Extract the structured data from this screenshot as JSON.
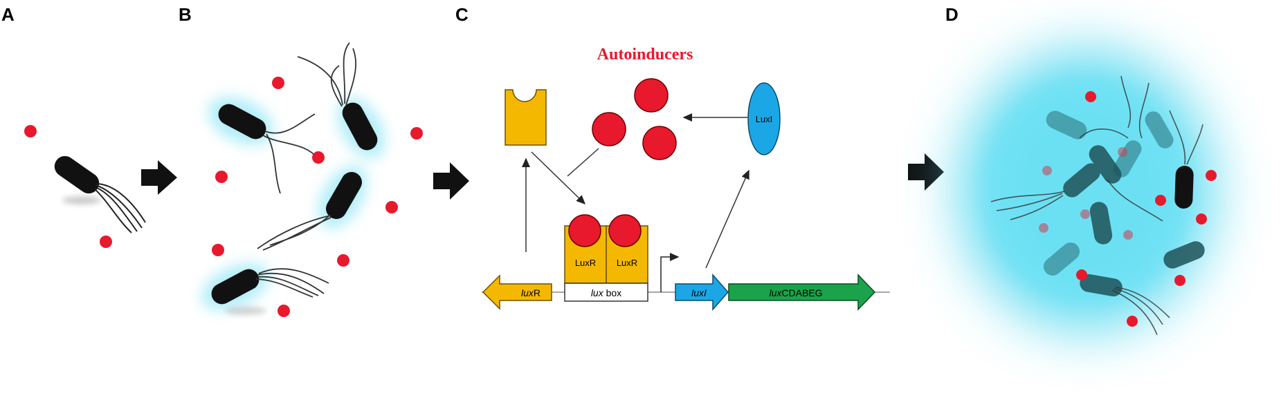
{
  "panels": {
    "a": "A",
    "b": "B",
    "c": "C",
    "d": "D"
  },
  "diagram": {
    "title": "Autoinducers",
    "luxI_protein": "LuxI",
    "luxR_protein_left": "LuxR",
    "luxR_protein_right": "LuxR",
    "gene_luxR_italic": "lux",
    "gene_luxR_suffix": "R",
    "luxbox_italic": "lux",
    "luxbox_suffix": " box",
    "gene_luxI": "luxI",
    "gene_operon_italic": "lux",
    "gene_operon_suffix": "CDABEG"
  },
  "colors": {
    "autoinducer_red": "#e8192c",
    "luxR_yellow": "#f5b800",
    "luxI_blue": "#1ba7e6",
    "operon_green": "#1aa34a",
    "glow_cyan": "#4fd8f0",
    "bacterium_black": "#111111"
  }
}
